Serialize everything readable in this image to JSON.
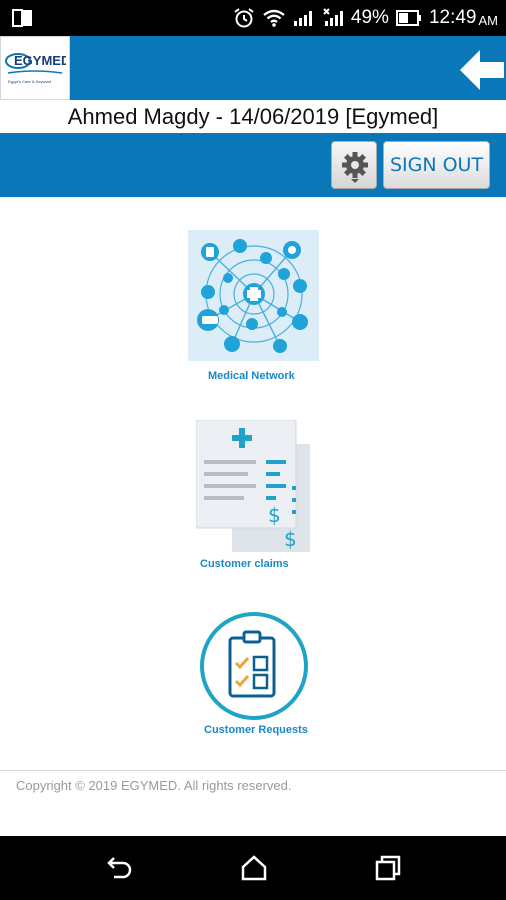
{
  "status_bar": {
    "battery": "49%",
    "time": "12:49",
    "ampm": "AM"
  },
  "header": {
    "logo_text": "EGYMED",
    "logo_tagline": "Egypt's Care & Keyword"
  },
  "user_line": "Ahmed Magdy - 14/06/2019 [Egymed]",
  "toolbar": {
    "signout_label": "SIGN OUT"
  },
  "tiles": [
    {
      "label": "Medical Network",
      "icon": "medical-network-icon"
    },
    {
      "label": "Customer claims",
      "icon": "customer-claims-icon"
    },
    {
      "label": "Customer Requests",
      "icon": "clipboard-checklist-icon"
    }
  ],
  "footer": {
    "copyright": "Copyright © 2019 EGYMED. All rights reserved."
  },
  "colors": {
    "primary": "#0a78b8",
    "accent": "#1fa3c6",
    "orange": "#f2a23a"
  }
}
